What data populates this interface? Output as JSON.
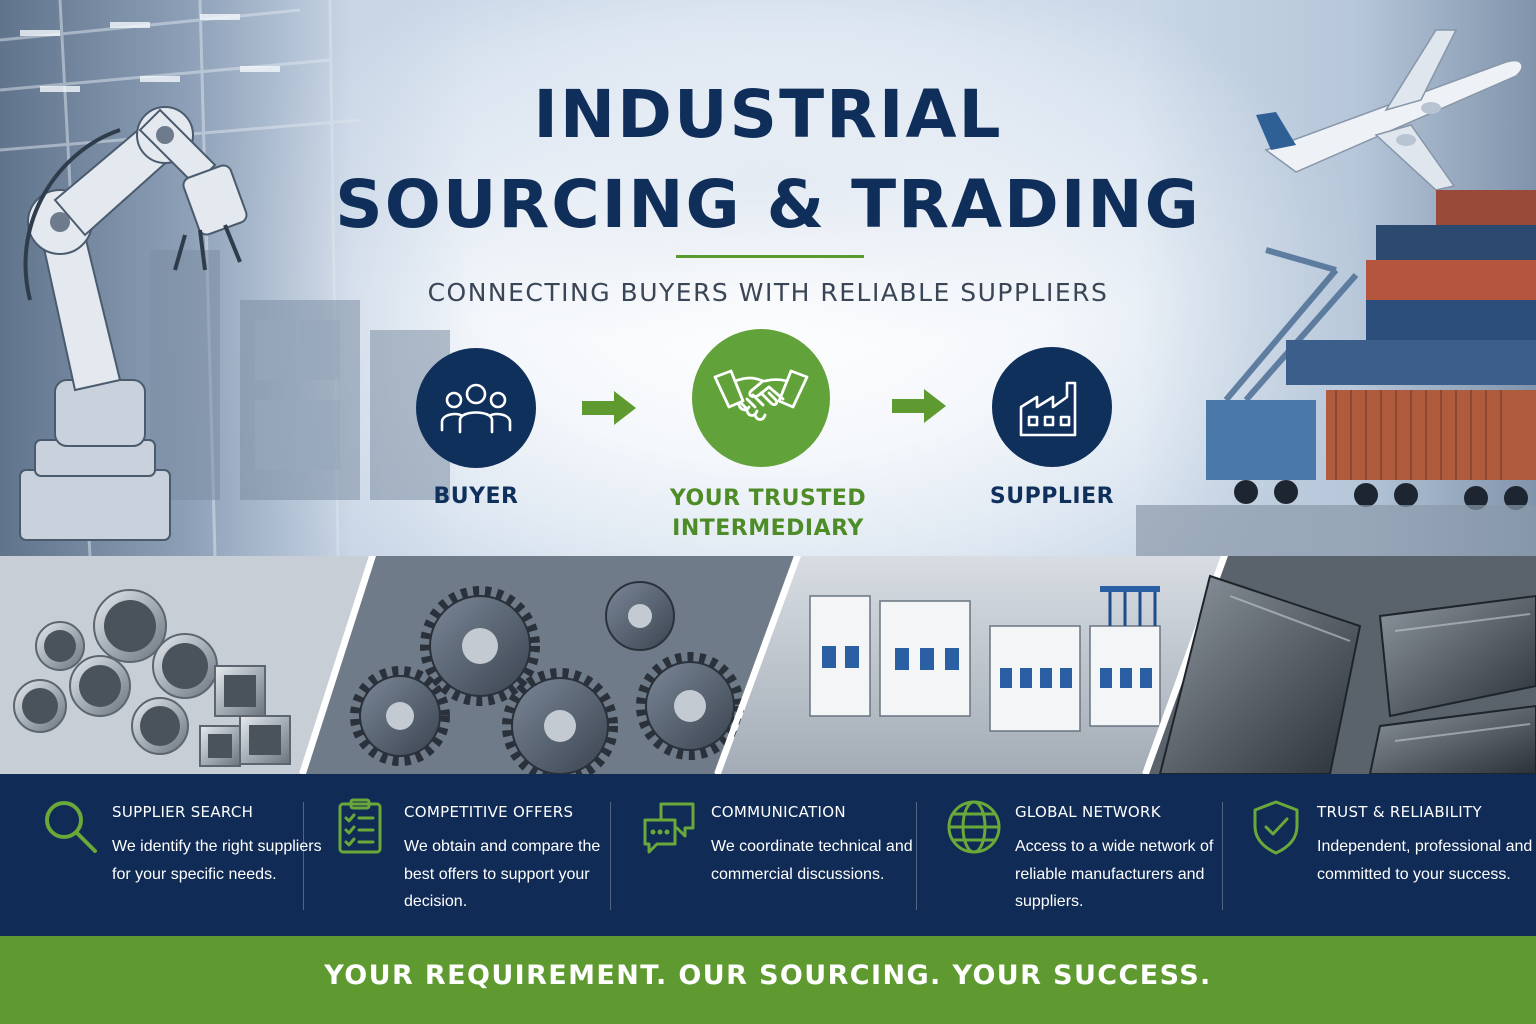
{
  "colors": {
    "navy": "#102b55",
    "title_navy": "#0f2e5a",
    "green": "#5e9a2f",
    "accent_green": "#6aa839",
    "white": "#ffffff"
  },
  "hero": {
    "title_line1": "INDUSTRIAL",
    "title_line2": "SOURCING & TRADING",
    "subtitle": "CONNECTING BUYERS WITH RELIABLE SUPPLIERS",
    "flow": [
      {
        "label": "BUYER",
        "icon": "people-group-icon"
      },
      {
        "label": "YOUR TRUSTED INTERMEDIARY",
        "icon": "handshake-icon"
      },
      {
        "label": "SUPPLIER",
        "icon": "factory-icon"
      }
    ]
  },
  "strip": {
    "panels": [
      "metal-tubes-photo",
      "gears-photo",
      "circuit-breakers-photo",
      "steel-beams-photo"
    ]
  },
  "features": [
    {
      "title": "SUPPLIER SEARCH",
      "desc": "We identify the right suppliers for your specific needs.",
      "icon": "magnifier-icon"
    },
    {
      "title": "COMPETITIVE OFFERS",
      "desc": "We obtain and compare the best offers to support your decision.",
      "icon": "clipboard-checklist-icon"
    },
    {
      "title": "COMMUNICATION",
      "desc": "We coordinate technical and commercial discussions.",
      "icon": "chat-bubbles-icon"
    },
    {
      "title": "GLOBAL NETWORK",
      "desc": "Access to a wide network of reliable manufacturers and suppliers.",
      "icon": "globe-icon"
    },
    {
      "title": "TRUST & RELIABILITY",
      "desc": "Independent, professional and committed to your success.",
      "icon": "shield-check-icon"
    }
  ],
  "footer": {
    "tagline": "YOUR REQUIREMENT. OUR SOURCING. YOUR SUCCESS."
  }
}
